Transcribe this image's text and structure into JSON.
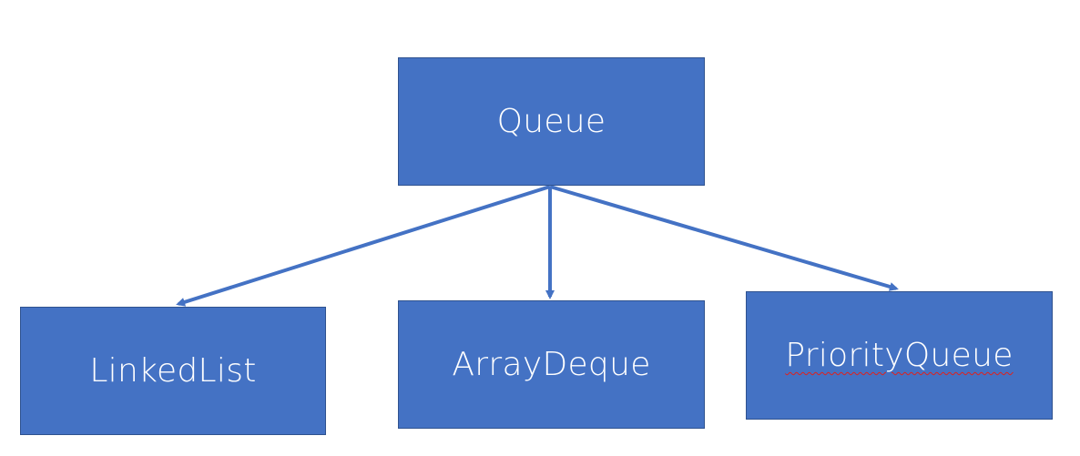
{
  "diagram": {
    "root": {
      "label": "Queue"
    },
    "children": [
      {
        "label": "LinkedList"
      },
      {
        "label": "ArrayDeque"
      },
      {
        "label": "PriorityQueue",
        "spellcheck_underline": true
      }
    ]
  },
  "colors": {
    "box_fill": "#4472c4",
    "box_border": "#2f528f",
    "arrow": "#4472c4",
    "text": "#ffffff",
    "spellcheck": "#e0201b"
  }
}
